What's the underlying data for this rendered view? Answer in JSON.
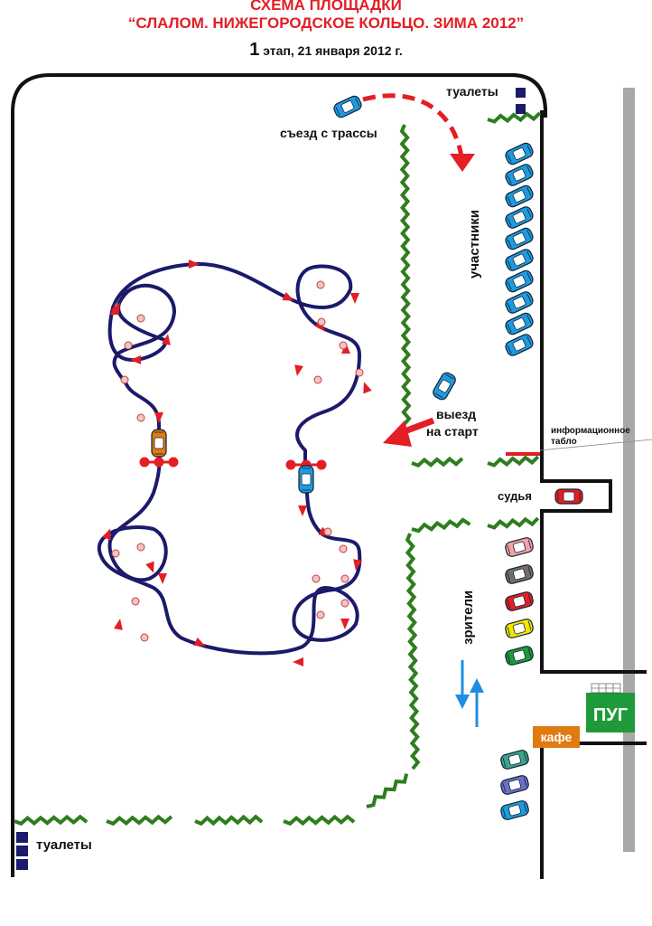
{
  "header": {
    "title_line1": "СХЕМА ПЛОЩАДКИ",
    "title_line2": "“СЛАЛОМ. НИЖЕГОРОДСКОЕ КОЛЬЦО. ЗИМА 2012”",
    "stage_number": "1",
    "stage_text": " этап, 21 января 2012 г."
  },
  "labels": {
    "toilets_top": "туалеты",
    "track_exit": "съезд с трассы",
    "participants": "участники",
    "start_exit_line1": "выезд",
    "start_exit_line2": "на старт",
    "info_board_line1": "информационное",
    "info_board_line2": "табло",
    "judge": "судья",
    "spectators": "зрители",
    "pug": "ПУГ",
    "cafe": "кафе",
    "toilets_bottom": "туалеты"
  },
  "colors": {
    "title": "#e31e24",
    "track": "#1c1a6b",
    "direction_arrow": "#e31e24",
    "hedge": "#2e7d1f",
    "participant_car": "#1e9be0",
    "judge_car": "#e31e24",
    "pug": "#1f9a3a",
    "cafe": "#e07b12",
    "road": "#a8a8a8",
    "spectator_flow": "#1e8fe0"
  },
  "spectator_cars": [
    "#f4a0a6",
    "#7a6a60",
    "#e31e24",
    "#f2e600",
    "#1f9a3a"
  ],
  "bottom_cars": [
    "#3aa58c",
    "#6d6fc4",
    "#1e9be0"
  ]
}
